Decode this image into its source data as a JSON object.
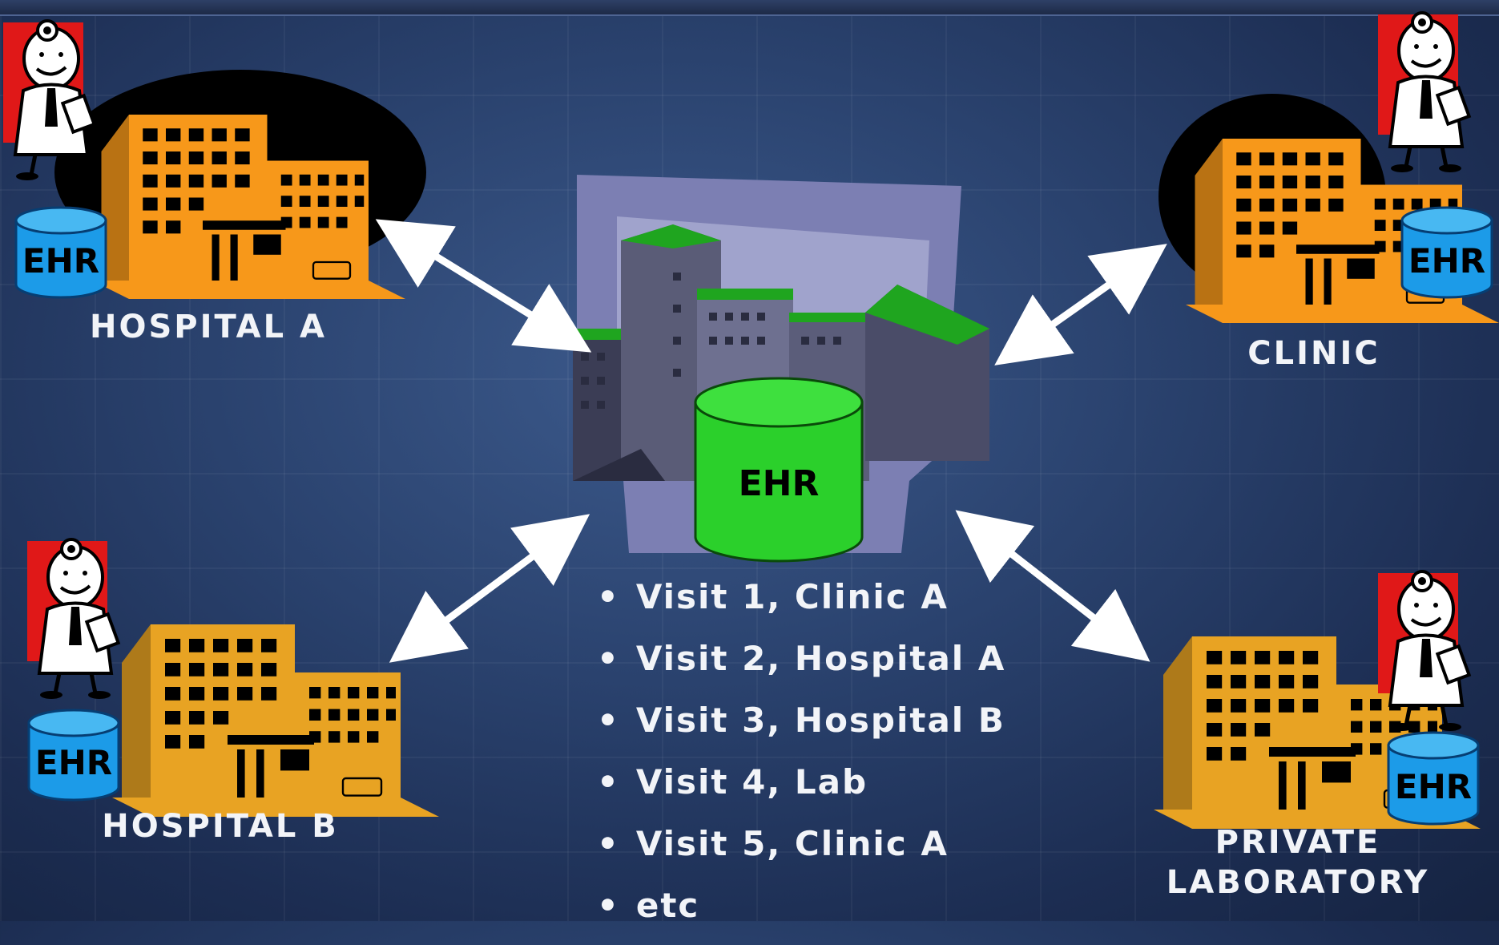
{
  "nodes": {
    "hospital_a": {
      "label": "HOSPITAL A",
      "db": "EHR"
    },
    "clinic": {
      "label": "CLINIC",
      "db": "EHR"
    },
    "hospital_b": {
      "label": "HOSPITAL B",
      "db": "EHR"
    },
    "private_lab": {
      "label_line1": "PRIVATE",
      "label_line2": "LABORATORY",
      "db": "EHR"
    },
    "central": {
      "db": "EHR"
    }
  },
  "visits": [
    "Visit 1, Clinic A",
    "Visit 2, Hospital A",
    "Visit 3, Hospital B",
    "Visit 4, Lab",
    "Visit 5, Clinic A",
    "etc"
  ],
  "colors": {
    "building_orange": "#f7981a",
    "building_gold": "#e8a323",
    "db_blue": "#1c9be8",
    "db_green": "#2bd02b",
    "arrow": "#ffffff",
    "text": "#f2f4f8"
  }
}
